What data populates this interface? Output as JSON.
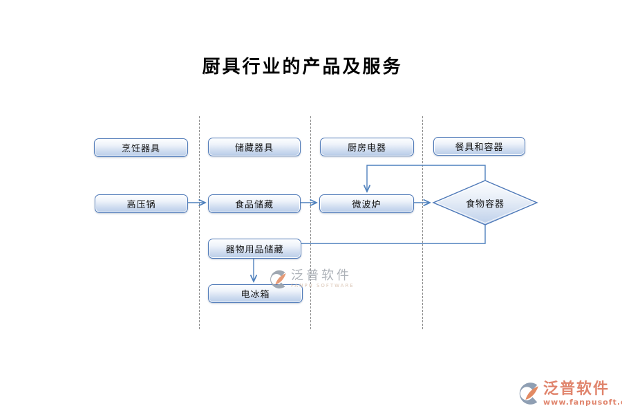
{
  "title": "厨具行业的产品及服务",
  "nodes": [
    {
      "id": "cooking-utensils",
      "label": "烹饪器具",
      "shape": "rounded-rect"
    },
    {
      "id": "storage-utensils",
      "label": "储藏器具",
      "shape": "rounded-rect"
    },
    {
      "id": "kitchen-appliances",
      "label": "厨房电器",
      "shape": "rounded-rect"
    },
    {
      "id": "tableware-and-containers",
      "label": "餐具和容器",
      "shape": "rounded-rect"
    },
    {
      "id": "pressure-cooker",
      "label": "高压锅",
      "shape": "rounded-rect"
    },
    {
      "id": "food-storage",
      "label": "食品储藏",
      "shape": "rounded-rect"
    },
    {
      "id": "microwave-oven",
      "label": "微波炉",
      "shape": "rounded-rect"
    },
    {
      "id": "food-container",
      "label": "食物容器",
      "shape": "diamond"
    },
    {
      "id": "utensil-supplies-storage",
      "label": "器物用品储藏",
      "shape": "rounded-rect"
    },
    {
      "id": "refrigerator",
      "label": "电冰箱",
      "shape": "rounded-rect"
    }
  ],
  "connectors": [
    {
      "from": "pressure-cooker",
      "to": "food-storage",
      "arrow": true
    },
    {
      "from": "food-storage",
      "to": "microwave-oven",
      "arrow": true
    },
    {
      "from": "microwave-oven",
      "to": "food-container",
      "arrow": true
    },
    {
      "from": "food-container",
      "to": "microwave-oven",
      "arrow": true,
      "route": "elbow-top"
    },
    {
      "from": "food-container",
      "to": "utensil-supplies-storage",
      "arrow": false,
      "route": "elbow-bottom"
    },
    {
      "from": "utensil-supplies-storage",
      "to": "refrigerator",
      "arrow": true
    }
  ],
  "lanes": {
    "count": 3,
    "style": "dashed"
  },
  "colors": {
    "node_border": "#4e79b8",
    "node_fill_top": "#fdfeff",
    "node_fill_bottom": "#b9cde8",
    "connector": "#4f81bd",
    "lane_line": "#8c8c8c",
    "title_text": "#000000",
    "watermark_gray": "#a9aeb5",
    "watermark_orange": "#e0846c"
  },
  "watermark_center": {
    "brand": "泛普软件",
    "subtitle": "FANPU SOFTWARE"
  },
  "watermark_corner": {
    "brand": "泛普软件",
    "url": "www.fanpusoft.com"
  }
}
